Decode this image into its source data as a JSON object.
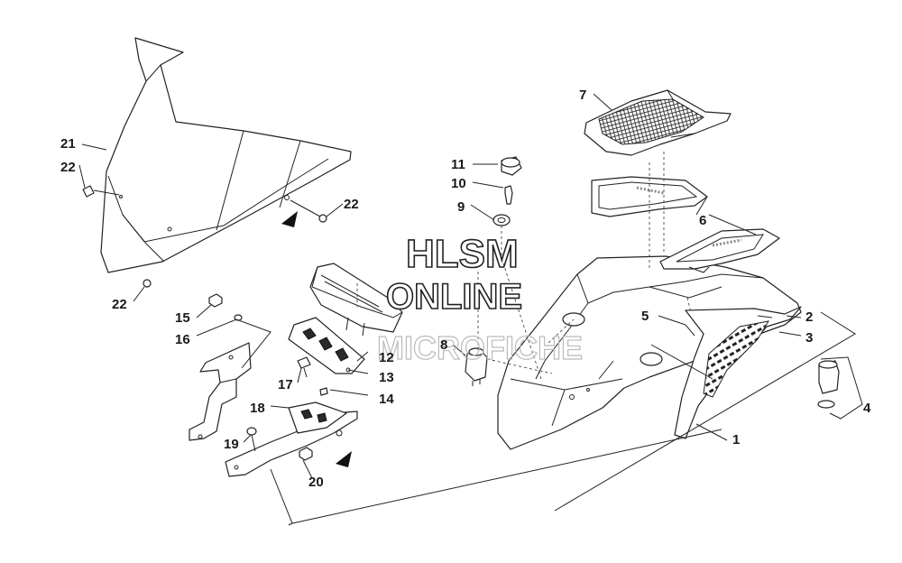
{
  "watermark": {
    "line1": "HLSM",
    "line2": "ONLINE",
    "line3": "MICROFICHE"
  },
  "callouts": [
    {
      "id": "c1",
      "text": "1"
    },
    {
      "id": "c2",
      "text": "2"
    },
    {
      "id": "c3",
      "text": "3"
    },
    {
      "id": "c4",
      "text": "4"
    },
    {
      "id": "c5",
      "text": "5"
    },
    {
      "id": "c6",
      "text": "6"
    },
    {
      "id": "c7",
      "text": "7"
    },
    {
      "id": "c8",
      "text": "8"
    },
    {
      "id": "c9",
      "text": "9"
    },
    {
      "id": "c10",
      "text": "10"
    },
    {
      "id": "c11",
      "text": "11"
    },
    {
      "id": "c12",
      "text": "12"
    },
    {
      "id": "c13",
      "text": "13"
    },
    {
      "id": "c14",
      "text": "14"
    },
    {
      "id": "c15",
      "text": "15"
    },
    {
      "id": "c16",
      "text": "16"
    },
    {
      "id": "c17",
      "text": "17"
    },
    {
      "id": "c18",
      "text": "18"
    },
    {
      "id": "c19",
      "text": "19"
    },
    {
      "id": "c20",
      "text": "20"
    },
    {
      "id": "c21",
      "text": "21"
    },
    {
      "id": "c22a",
      "text": "22"
    },
    {
      "id": "c22b",
      "text": "22"
    },
    {
      "id": "c22c",
      "text": "22"
    }
  ]
}
